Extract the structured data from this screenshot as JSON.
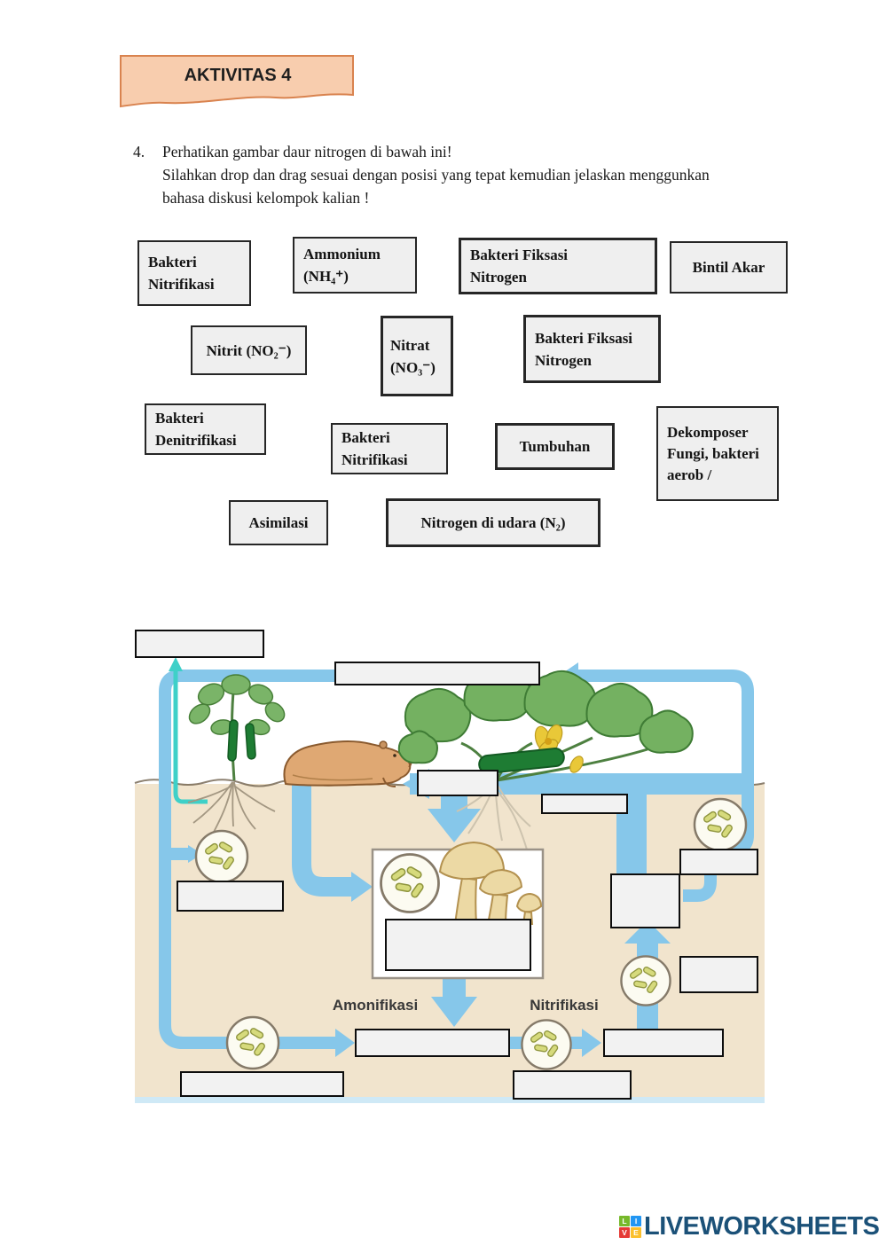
{
  "banner": {
    "title": "AKTIVITAS 4"
  },
  "instructions": {
    "number": "4.",
    "lines": [
      "Perhatikan gambar daur nitrogen di bawah ini!",
      "Silahkan drop dan drag sesuai dengan posisi yang tepat kemudian jelaskan menggunkan",
      "bahasa diskusi kelompok kalian !"
    ]
  },
  "drag_labels": [
    {
      "id": "bakteri-nitrifikasi-1",
      "text": "Bakteri Nitrifikasi"
    },
    {
      "id": "ammonium",
      "text": "Ammonium (NH₄⁺)"
    },
    {
      "id": "bakteri-fiksasi-nitrogen-1",
      "text": "Bakteri Fiksasi Nitrogen"
    },
    {
      "id": "bintil-akar",
      "text": "Bintil Akar"
    },
    {
      "id": "nitrit",
      "text": "Nitrit (NO₂⁻)"
    },
    {
      "id": "nitrat",
      "text": "Nitrat (NO₃⁻)"
    },
    {
      "id": "bakteri-fiksasi-nitrogen-2",
      "text": "Bakteri Fiksasi Nitrogen"
    },
    {
      "id": "bakteri-denitrifikasi",
      "text": "Bakteri Denitrifikasi"
    },
    {
      "id": "bakteri-nitrifikasi-2",
      "text": "Bakteri Nitrifikasi"
    },
    {
      "id": "tumbuhan",
      "text": "Tumbuhan"
    },
    {
      "id": "dekomposer",
      "text": "Dekomposer Fungi, bakteri aerob /"
    },
    {
      "id": "asimilasi",
      "text": "Asimilasi"
    },
    {
      "id": "nitrogen-udara",
      "text": "Nitrogen di udara (N₂)"
    }
  ],
  "diagram": {
    "process_labels": {
      "amonifikasi": "Amonifikasi",
      "nitrifikasi": "Nitrifikasi"
    },
    "drop_zone_count": 13,
    "colors": {
      "arrow_blue": "#86c7ea",
      "arrow_cyan": "#3ed0c8",
      "soil": "#f1e4cd"
    }
  },
  "footer": {
    "brand": "LIVEWORKSHEETS",
    "brand_color": "#1b5178",
    "tiles": [
      {
        "letter": "L",
        "color": "#76b82a"
      },
      {
        "letter": "I",
        "color": "#2196f3"
      },
      {
        "letter": "V",
        "color": "#e53935"
      },
      {
        "letter": "E",
        "color": "#fbc02d"
      }
    ]
  }
}
